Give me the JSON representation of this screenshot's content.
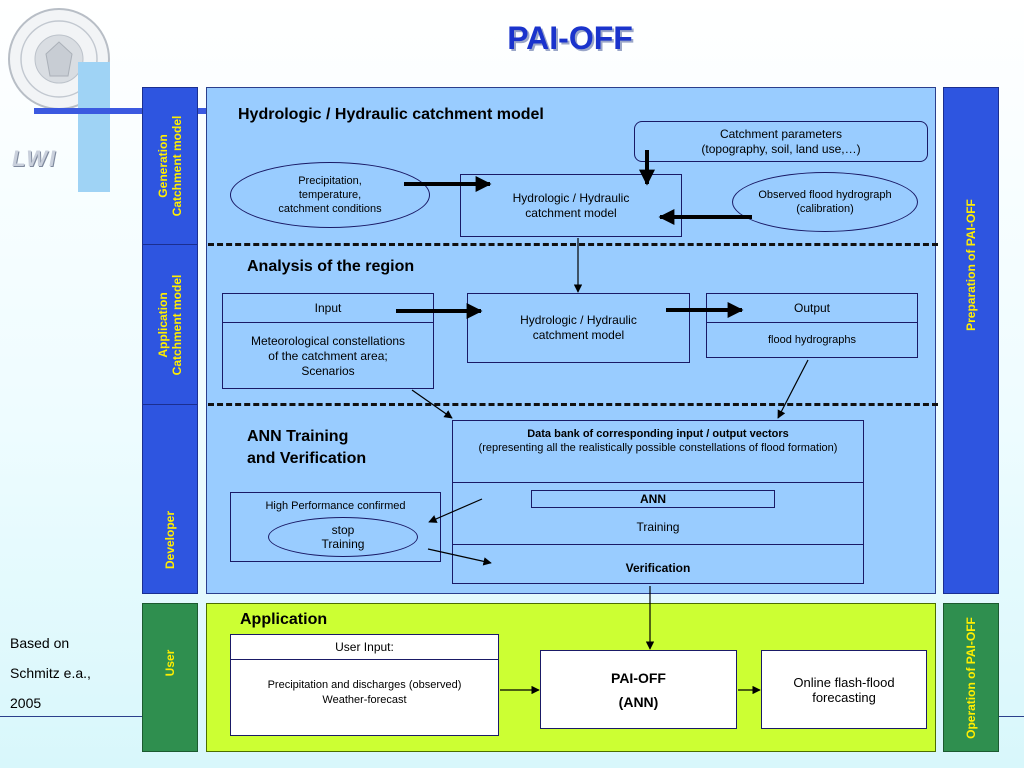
{
  "title": "PAI-OFF",
  "logo": {
    "text": "LWI"
  },
  "left_bars": [
    {
      "label_line1": "Generation",
      "label_line2": "Catchment model"
    },
    {
      "label_line1": "Application",
      "label_line2": "Catchment model"
    },
    {
      "label_line1": "Developer",
      "label_line2": ""
    },
    {
      "label_line1": "User",
      "label_line2": ""
    }
  ],
  "right_bars": [
    {
      "label": "Preparation of PAI-OFF"
    },
    {
      "label": "Operation of  PAI-OFF"
    }
  ],
  "credit": {
    "line1": "Based on",
    "line2": "Schmitz e.a.,",
    "line3": "2005"
  },
  "section1": {
    "title": "Hydrologic / Hydraulic catchment model",
    "params_line1": "Catchment parameters",
    "params_line2": "(topography, soil, land use,…)",
    "precip_line1": "Precipitation,",
    "precip_line2": "temperature,",
    "precip_line3": "catchment conditions",
    "model_line1": "Hydrologic / Hydraulic",
    "model_line2": "catchment model",
    "observed_line1": "Observed flood hydrograph",
    "observed_line2": "(calibration)"
  },
  "section2": {
    "title": "Analysis of the region",
    "input_header": "Input",
    "input_line1": "Meteorological constellations",
    "input_line2": "of the catchment area;",
    "input_line3": "Scenarios",
    "model_line1": "Hydrologic / Hydraulic",
    "model_line2": "catchment model",
    "output_header": "Output",
    "output_body": "flood hydrographs"
  },
  "section3": {
    "title_line1": "ANN Training",
    "title_line2": "and Verification",
    "databank_title": "Data bank of corresponding input / output vectors",
    "databank_sub": "(representing all the realistically possible constellations of flood formation)",
    "ann_label": "ANN",
    "training_label": "Training",
    "verification_label": "Verification",
    "perf_label": "High Performance confirmed",
    "stop_line1": "stop",
    "stop_line2": "Training"
  },
  "section4": {
    "title": "Application",
    "user_input_header": "User Input:",
    "user_input_line1": "Precipitation and discharges (observed)",
    "user_input_line2": "Weather-forecast",
    "paioff_line1": "PAI-OFF",
    "paioff_line2": "(ANN)",
    "online_line1": "Online flash-flood",
    "online_line2": "forecasting"
  }
}
